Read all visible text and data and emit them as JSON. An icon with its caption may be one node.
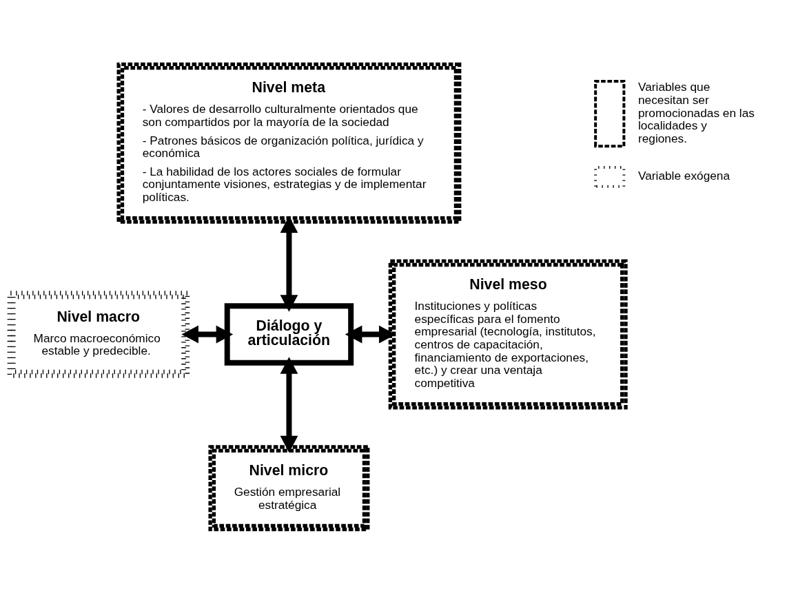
{
  "diagram": {
    "nodes": [
      {
        "text": [
          "Nivel meta",
          "- Valores de desarrollo culturalmente orientados que son compartidos por la mayoría de la sociedad",
          "- Patrones básicos de organización política, jurídica y económica",
          "- La habilidad de los actores sociales de formular conjuntamente visiones, estrategias y de implementar políticas."
        ]
      },
      {
        "text": [
          "Nivel macro",
          "Marco macroeconómico estable y predecible."
        ]
      },
      {
        "text": [
          "Diálogo y articulación"
        ]
      },
      {
        "text": [
          "Nivel meso",
          "Instituciones y políticas específicas para el fomento empresarial (tecnología, institutos, centros de capacitación, financiamiento de exportaciones, etc.) y crear una ventaja competitiva"
        ]
      },
      {
        "text": [
          "Nivel micro",
          "Gestión empresarial estratégica"
        ]
      }
    ],
    "edges": [
      {
        "from": 0,
        "to": 2,
        "arrow": "both"
      },
      {
        "from": 1,
        "to": 2,
        "arrow": "both"
      },
      {
        "from": 2,
        "to": 3,
        "arrow": "both"
      },
      {
        "from": 2,
        "to": 4,
        "arrow": "both"
      }
    ],
    "legend": [
      {
        "text": "Variables que necesitan ser promocionadas en las localidades y regiones."
      },
      {
        "text": "Variable exógena"
      }
    ]
  }
}
